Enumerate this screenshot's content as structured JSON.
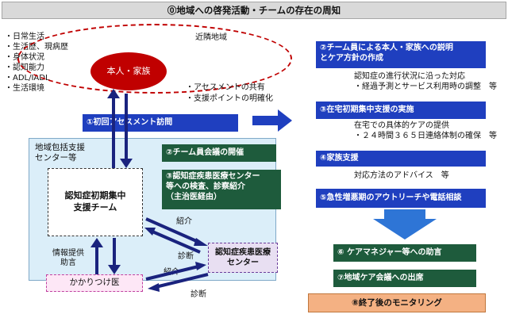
{
  "title": "⓪地域への啓発活動・チームの存在の周知",
  "person_family": "本人・家族",
  "neighborhood": "近隣地域",
  "left_list": [
    "・日常生活",
    "・生活歴、現病歴",
    "・身体状況",
    "・認知能力",
    "・ADL/IADL",
    "・生活環境"
  ],
  "assessment_notes": [
    "・アセスメントの共有",
    "・支援ポイントの明確化"
  ],
  "step1": "①初回アセスメント訪問",
  "center_panel": [
    "地域包括支援",
    "センター等"
  ],
  "team": [
    "認知症初期集中",
    "支援チーム"
  ],
  "step2_meeting": "②チーム員会議の開催",
  "step3_referral": [
    "③認知症疾患医療センター",
    "等への検査、診察紹介",
    "（主治医経由）"
  ],
  "referral_label_1": "紹介",
  "diagnosis_label_1": "診断",
  "referral_label_2": "紹介",
  "diagnosis_label_2": "診断",
  "med_center": [
    "認知症疾患医療",
    "センター"
  ],
  "info_label": [
    "情報提供",
    "助言"
  ],
  "family_doctor": "かかりつけ医",
  "right_steps": {
    "s2": [
      "②チーム員による本人・家族への説明",
      "とケア方針の作成"
    ],
    "s2_notes": [
      "認知症の進行状況に沿った対応",
      "・経過予測とサービス利用時の調整　等"
    ],
    "s3": "③在宅初期集中支援の実施",
    "s3_notes": [
      "在宅での具体的ケアの提供",
      "・２４時間３６５日連絡体制の確保　等"
    ],
    "s4": "④家族支援",
    "s4_notes": [
      "対応方法のアドバイス　等"
    ],
    "s5": "⑤急性増悪期のアウトリーチや電話相談",
    "s6": "⑥ ケアマネジャー等への助言",
    "s7": "⑦地域ケア会議への出席",
    "s8": "⑧終了後のモニタリング"
  },
  "colors": {
    "blue": "#1f3fbf",
    "navy_arrow": "#1a237e",
    "green": "#1e5b3c",
    "red": "#c00000",
    "light_blue_panel": "#dbeef9",
    "orange": "#f4b183",
    "pink": "#fde7f6",
    "lavender": "#e8dff2",
    "gray_title": "#d9d9d9"
  }
}
